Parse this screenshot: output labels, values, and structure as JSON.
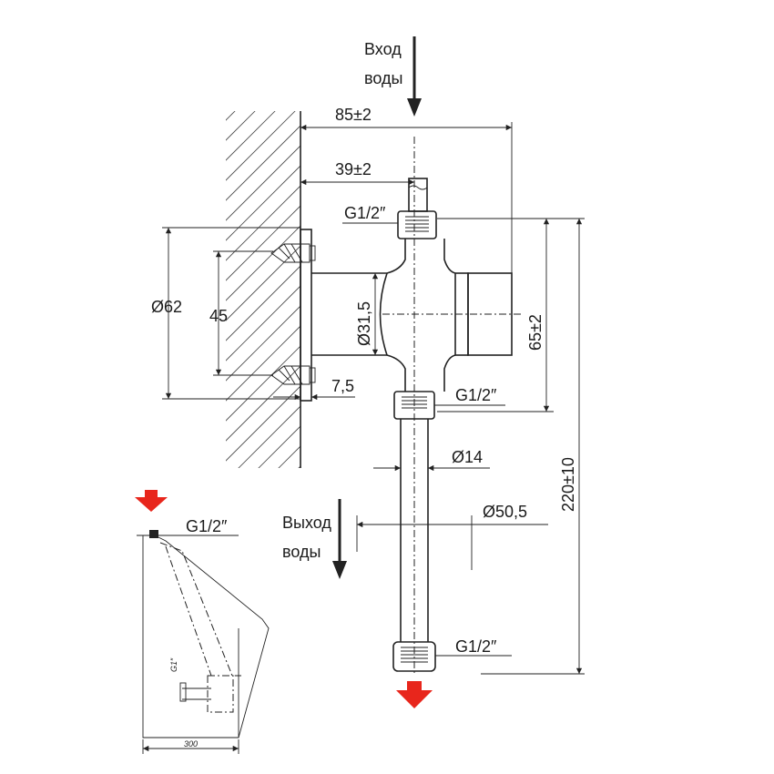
{
  "labels": {
    "water_inlet_line1": "Вход",
    "water_inlet_line2": "воды",
    "water_outlet_line1": "Выход",
    "water_outlet_line2": "воды"
  },
  "dimensions": {
    "overall_depth": "85±2",
    "valve_axis_offset": "39±2",
    "thread_top": "G1/2″",
    "thread_middle": "G1/2″",
    "thread_bottom": "G1/2″",
    "flange_diameter": "Ø62",
    "mount_spacing": "45",
    "body_diameter": "Ø31,5",
    "body_height": "65±2",
    "wall_gap": "7,5",
    "pipe_diameter": "Ø14",
    "bottom_diameter": "Ø50,5",
    "overall_height": "220±10"
  },
  "inset": {
    "thread_label": "G1/2″",
    "outlet_label": "G1″",
    "width_label": "300"
  },
  "colors": {
    "flow_arrow": "#e8261c",
    "line": "#222222"
  }
}
